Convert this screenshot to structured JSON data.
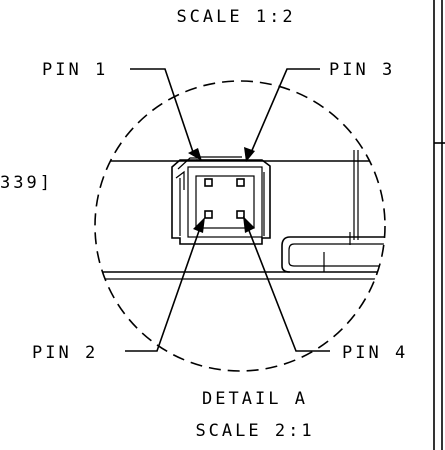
{
  "top_scale_label": "SCALE 1:2",
  "partial_dimension_label": "339]",
  "pin_labels": {
    "pin1": "PIN 1",
    "pin2": "PIN 2",
    "pin3": "PIN 3",
    "pin4": "PIN 4"
  },
  "detail": {
    "title": "DETAIL A",
    "scale": "SCALE 2:1"
  }
}
